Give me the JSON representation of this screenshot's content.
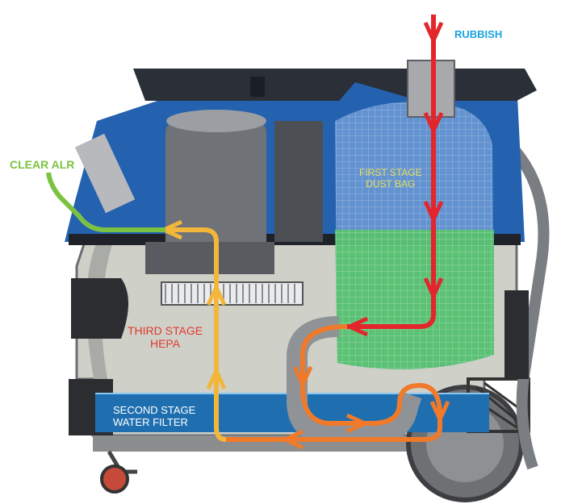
{
  "labels": {
    "rubbish": "RUBBISH",
    "clear_air": "CLEAR ALR",
    "first_stage_line1": "FIRST STAGE",
    "first_stage_line2": "DUST BAG",
    "third_stage_line1": "THIRD STAGE",
    "third_stage_line2": "HEPA",
    "second_stage_line1": "SECOND STAGE",
    "second_stage_line2": "WATER FILTER"
  },
  "colors": {
    "rubbish_label": "#1aa3e0",
    "clear_air_label": "#7cc242",
    "first_stage_label": "#e6e05a",
    "third_stage_label": "#e03a2f",
    "second_stage_label": "#ffffff",
    "flow_red": "#e3262b",
    "flow_orange": "#f07a2a",
    "flow_yellow": "#f2b73a",
    "flow_green": "#7cc242",
    "body_blue": "#2462b0",
    "lid_dark": "#2a2f38"
  }
}
